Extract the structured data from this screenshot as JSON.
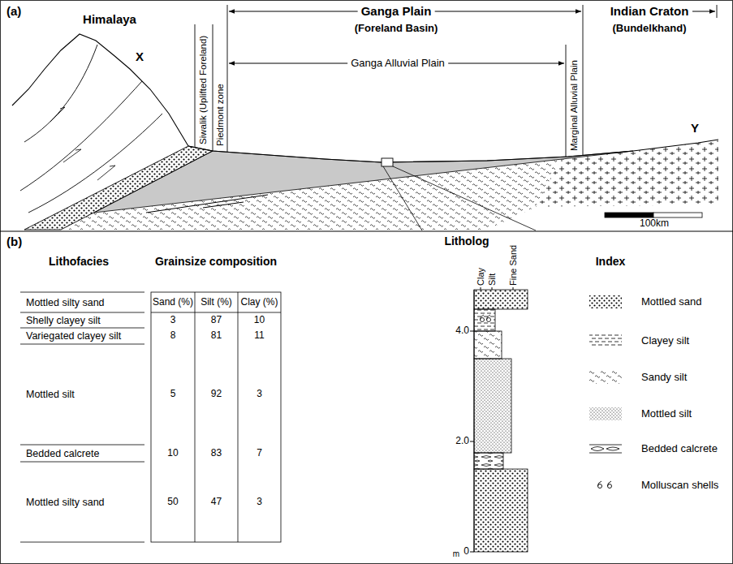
{
  "diagram": {
    "labels": [
      "(a)",
      "Himalaya",
      "X",
      "Ganga Plain",
      "(Foreland Basin)",
      "Indian Craton",
      "(Bundelkhand)",
      "Siwalik (Uplifted Foreland)",
      "Piedmont zone",
      "Ganga Alluvial Plain",
      "Marginal Alluvial Plain",
      "Y",
      "100km",
      "(b)",
      "Lithofacies",
      "Grainsize composition",
      "Litholog",
      "Index",
      "Mottled silty sand",
      "Shelly clayey silt",
      "Variegated clayey silt",
      "Mottled silt",
      "Bedded calcrete",
      "Mottled silty sand",
      "Sand (%)",
      "Silt (%)",
      "Clay (%)",
      "3",
      "87",
      "10",
      "8",
      "81",
      "11",
      "5",
      "92",
      "3",
      "10",
      "83",
      "7",
      "50",
      "47",
      "3",
      "Clay",
      "Silt",
      "Fine Sand",
      "4.0",
      "2.0",
      "m",
      "0"
    ],
    "legend": [
      {
        "text": "Mottled sand"
      },
      {
        "text": "Clayey silt"
      },
      {
        "text": "Sandy silt"
      },
      {
        "text": "Mottled silt"
      },
      {
        "text": "Bedded calcrete"
      },
      {
        "text": "Molluscan shells"
      }
    ]
  }
}
